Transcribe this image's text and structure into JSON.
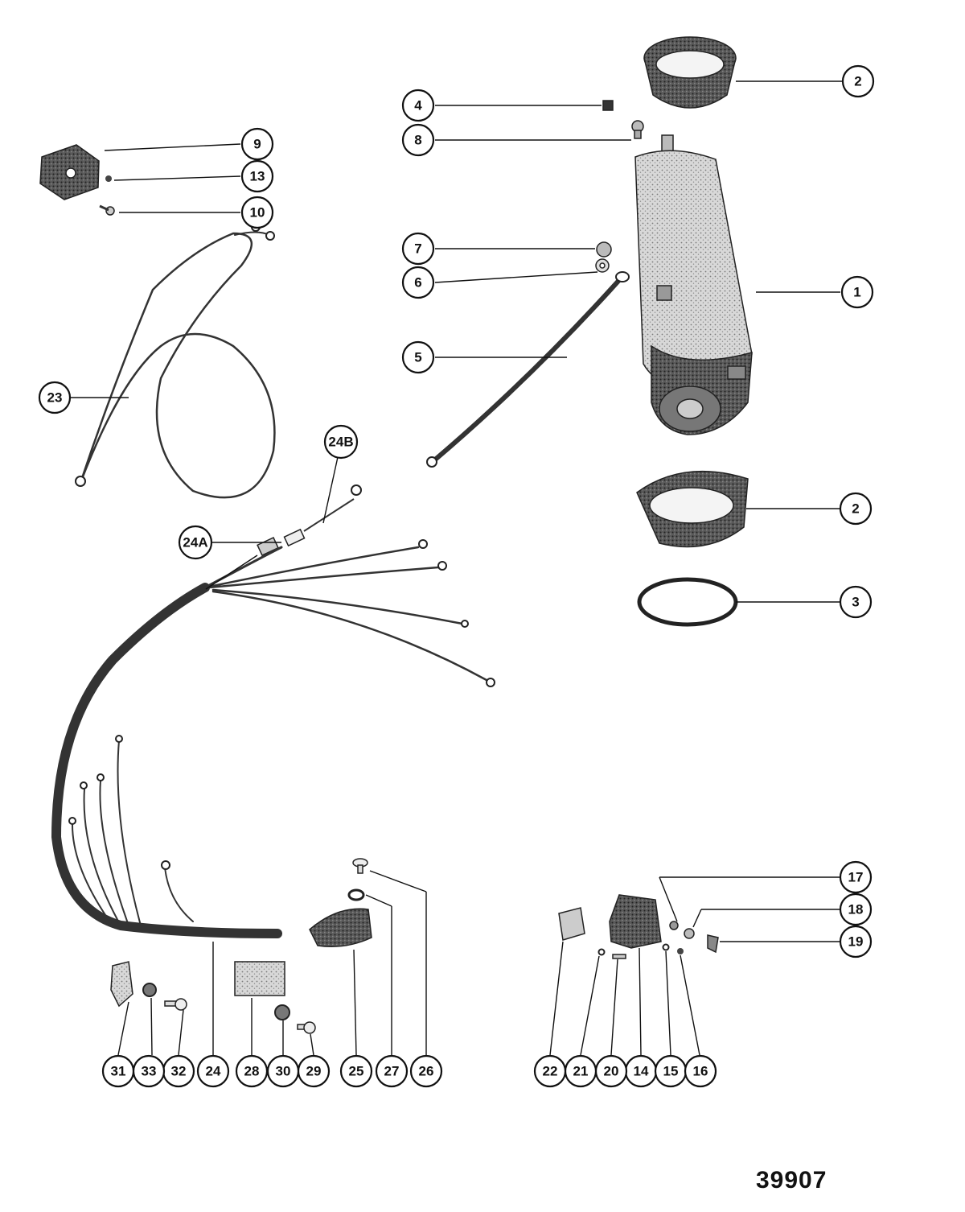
{
  "figure_number": "39907",
  "callouts": [
    "1",
    "2",
    "2",
    "3",
    "4",
    "5",
    "6",
    "7",
    "8",
    "9",
    "10",
    "13",
    "14",
    "15",
    "16",
    "17",
    "18",
    "19",
    "20",
    "21",
    "22",
    "23",
    "24",
    "24A",
    "24B",
    "25",
    "26",
    "27",
    "28",
    "29",
    "30",
    "31",
    "32",
    "33"
  ],
  "colors": {
    "ink": "#111111",
    "part_fill": "#bdbdbd",
    "part_dark": "#4a4a4a",
    "background": "#ffffff"
  }
}
